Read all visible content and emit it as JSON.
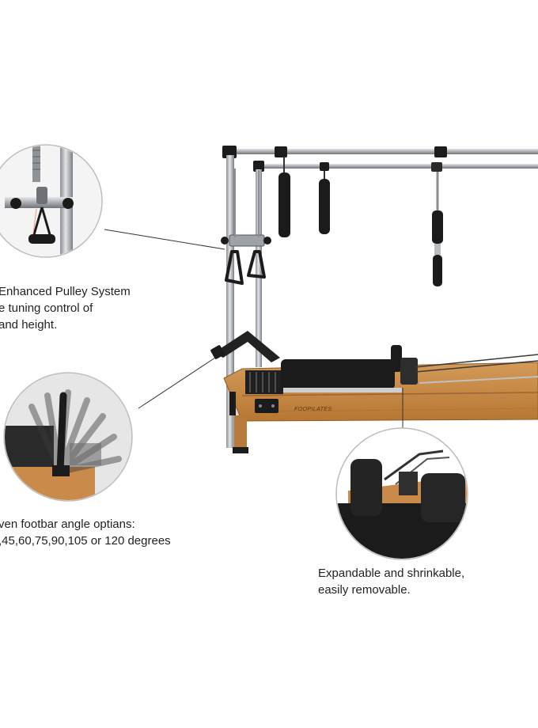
{
  "captions": {
    "pulley": {
      "line1": "Enhanced Pulley System",
      "line2": "e tuning control of",
      "line3": "and height."
    },
    "footbar": {
      "line1": "ven footbar angle optians:",
      "line2": ",45,60,75,90,105 or 120 degrees"
    },
    "headrest": {
      "line1": "Expandable and shrinkable,",
      "line2": "easily removable."
    }
  },
  "brand_logo_text": "FOOPILATES",
  "colors": {
    "wood": "#c98a4a",
    "wood_dark": "#9c6430",
    "frame_metal": "#b9bcc0",
    "frame_dark": "#7d8186",
    "upholstery": "#1b1b1b",
    "callout_circle_bg": "#eeeeee"
  }
}
